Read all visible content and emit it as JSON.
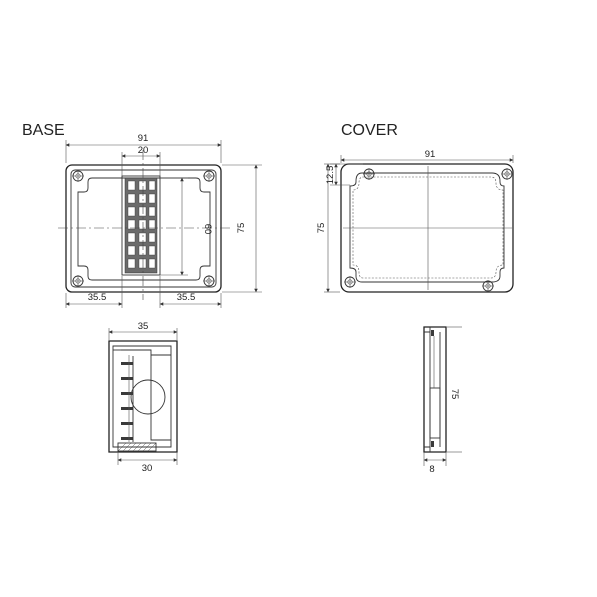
{
  "base": {
    "title": "BASE",
    "dim_width": "91",
    "dim_terminal_width": "20",
    "dim_height": "75",
    "dim_terminal_height": "60",
    "dim_left_offset": "35.5",
    "dim_right_offset": "35.5",
    "side_top_width": "35",
    "side_bottom_width": "30"
  },
  "cover": {
    "title": "COVER",
    "dim_width": "91",
    "dim_flange": "12.5",
    "dim_height": "75",
    "side_height": "75",
    "side_thickness": "8"
  }
}
